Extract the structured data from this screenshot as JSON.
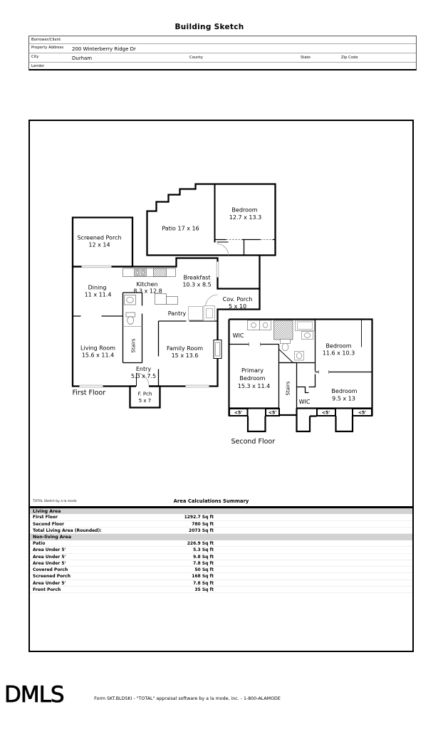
{
  "title": "Building Sketch",
  "header_table": {
    "borrower_label": "Borrower/Client",
    "property_label": "Property Address",
    "property_value": "200 Winterberry Ridge Dr",
    "city_label": "City",
    "city_value": "Durham",
    "county_label": "County",
    "state_label": "State",
    "zip_label": "Zip Code",
    "lender_label": "Lender"
  },
  "floorplan": {
    "first_floor": {
      "floor_label": "First Floor",
      "screened_porch": {
        "name": "Screened Porch",
        "dim": "12 x 14"
      },
      "patio": {
        "name": "Patio 17 x 16"
      },
      "bedroom": {
        "name": "Bedroom",
        "dim": "12.7 x 13.3"
      },
      "dining": {
        "name": "Dining",
        "dim": "11 x 11.4"
      },
      "kitchen": {
        "name": "Kitchen",
        "dim": "8.3 x 12.8"
      },
      "breakfast": {
        "name": "Breakfast",
        "dim": "10.3 x 8.5"
      },
      "cov_porch": {
        "name": "Cov. Porch",
        "dim": "5 x 10"
      },
      "pantry": {
        "name": "Pantry"
      },
      "living_room": {
        "name": "Living Room",
        "dim": "15.6 x 11.4"
      },
      "family_room": {
        "name": "Family Room",
        "dim": "15 x 13.6"
      },
      "entry": {
        "name": "Entry",
        "dim": "5.3 x 7.5"
      },
      "stairs": {
        "name": "Stairs"
      },
      "front_porch": {
        "name": "F. Pch",
        "dim": "5 x 7"
      }
    },
    "second_floor": {
      "floor_label": "Second Floor",
      "wic1": {
        "name": "WIC"
      },
      "bedroom2": {
        "name": "Bedroom",
        "dim": "11.6 x 10.3"
      },
      "primary_bedroom": {
        "line1": "Primary",
        "line2": "Bedroom",
        "dim": "15.3 x 11.4"
      },
      "stairs": {
        "name": "Stairs"
      },
      "wic2": {
        "name": "WIC"
      },
      "bedroom3": {
        "name": "Bedroom",
        "dim": "9.5 x 13"
      },
      "under5": "<5'"
    }
  },
  "area_table": {
    "software_note": "TOTAL Sketch by a la mode",
    "title": "Area Calculations Summary",
    "unit": "Sq ft",
    "band_color": "#d2d2d2",
    "sections": [
      {
        "header": "Living Area",
        "rows": [
          {
            "label": "First Floor",
            "value": "1292.7 Sq ft"
          },
          {
            "label": "Second Floor",
            "value": "780 Sq ft"
          },
          {
            "label": "Total Living Area (Rounded):",
            "value": "2073 Sq ft",
            "total": true
          }
        ]
      },
      {
        "header": "Non-living Area",
        "rows": [
          {
            "label": "Patio",
            "value": "226.9 Sq ft"
          },
          {
            "label": "Area Under 5'",
            "value": "5.3 Sq ft"
          },
          {
            "label": "Area Under 5'",
            "value": "9.8 Sq ft"
          },
          {
            "label": "Area Under 5'",
            "value": "7.8 Sq ft"
          },
          {
            "label": "Covered Porch",
            "value": "50 Sq ft"
          },
          {
            "label": "Screened Porch",
            "value": "168 Sq ft"
          },
          {
            "label": "Area Under 5'",
            "value": "7.8 Sq ft"
          },
          {
            "label": "Front Porch",
            "value": "35 Sq ft"
          }
        ]
      }
    ]
  },
  "footer": {
    "logo": "DMLS",
    "form_line": "Form SKT.BLDSKI - \"TOTAL\" appraisal software by a la mode, inc. - 1-800-ALAMODE"
  }
}
